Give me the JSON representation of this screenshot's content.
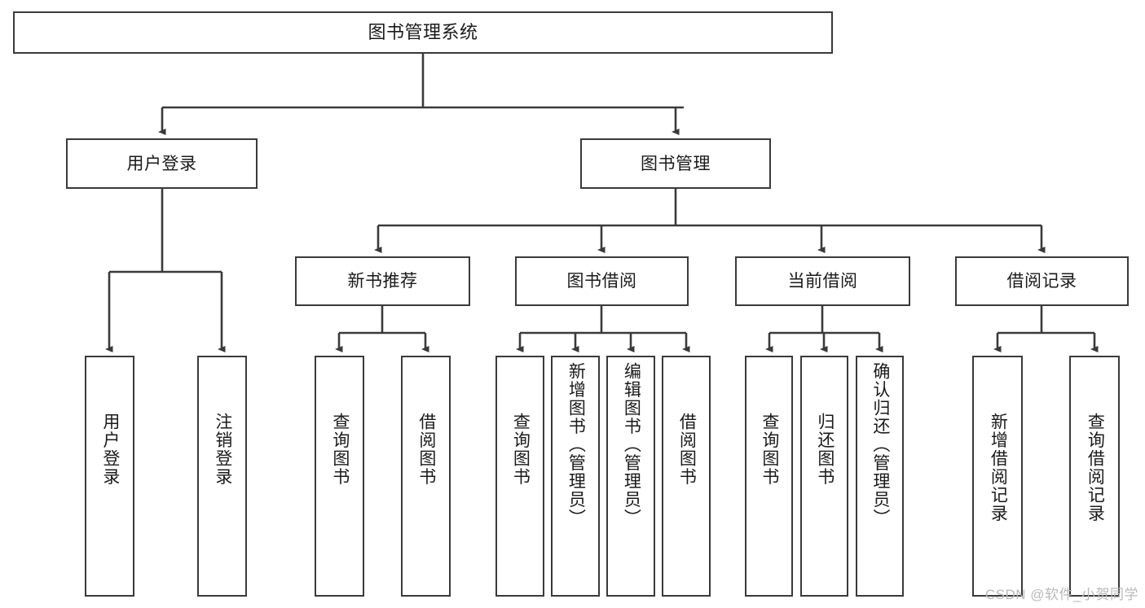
{
  "diagram": {
    "title": "图书管理系统",
    "type": "tree",
    "colors": {
      "node_border": "#3a3a3a",
      "node_fill": "#ffffff",
      "edge": "#3a3a3a",
      "text": "#1a1a1a",
      "watermark": "#b9b9b9",
      "background": "#ffffff"
    },
    "nodes": {
      "root": {
        "label": "图书管理系统"
      },
      "level2": [
        {
          "label": "用户登录"
        },
        {
          "label": "图书管理"
        }
      ],
      "level3": [
        {
          "label": "新书推荐"
        },
        {
          "label": "图书借阅"
        },
        {
          "label": "当前借阅"
        },
        {
          "label": "借阅记录"
        }
      ],
      "leaves_user_login": [
        {
          "label": "用户登录"
        },
        {
          "label": "注销登录"
        }
      ],
      "leaves_new_book": [
        {
          "label": "查询图书"
        },
        {
          "label": "借阅图书"
        }
      ],
      "leaves_borrow": [
        {
          "label": "查询图书"
        },
        {
          "label": "新增图书（管理员）"
        },
        {
          "label": "编辑图书（管理员）"
        },
        {
          "label": "借阅图书"
        }
      ],
      "leaves_current": [
        {
          "label": "查询图书"
        },
        {
          "label": "归还图书"
        },
        {
          "label": "确认归还（管理员）"
        }
      ],
      "leaves_records": [
        {
          "label": "新增借阅记录"
        },
        {
          "label": "查询借阅记录"
        }
      ]
    },
    "watermark": "CSDN @软件_小贺同学"
  }
}
